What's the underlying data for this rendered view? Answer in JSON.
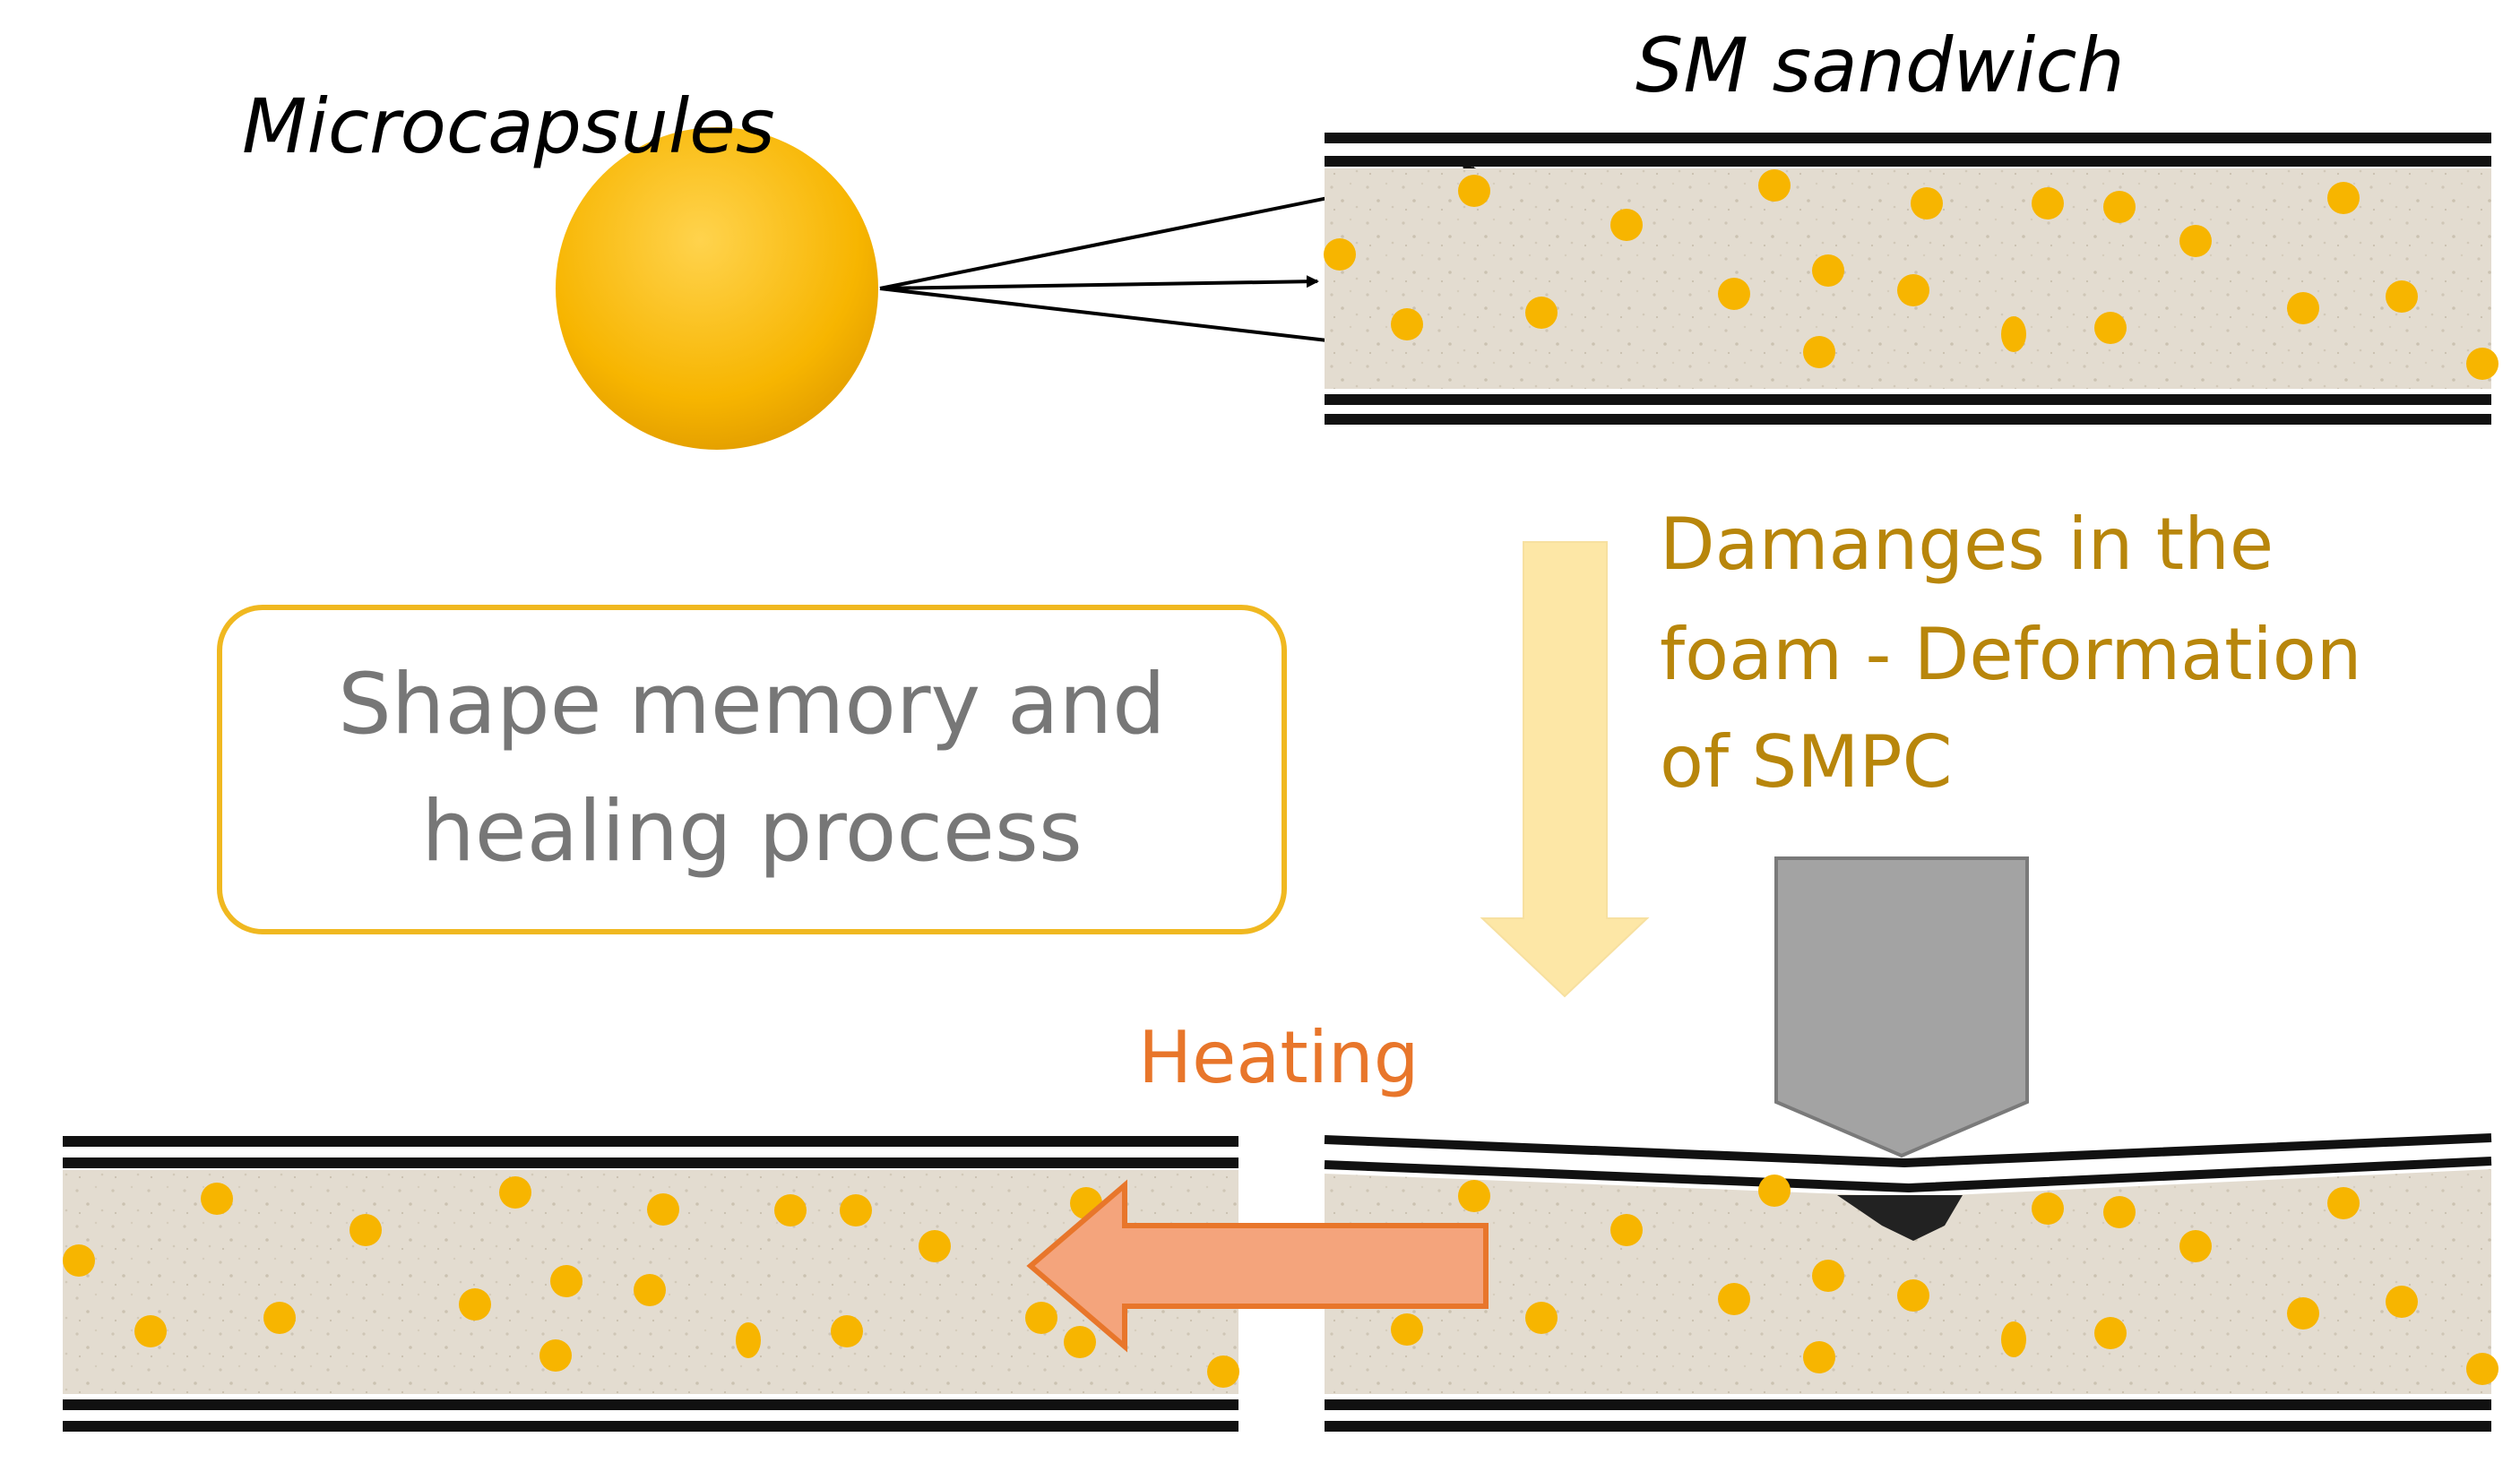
{
  "labels": {
    "microcapsules": "Microcapsules",
    "sm_sandwich": "SM sandwich",
    "damage_lines": [
      "Damanges in the",
      "foam - Deformation",
      "of SMPC"
    ],
    "process_lines": [
      "Shape memory and",
      "healing process"
    ],
    "heating": "Heating"
  },
  "colors": {
    "capsule": "#f7b500",
    "capsule_light": "#ffd34d",
    "foam": "#e3dcd0",
    "skin": "#111111",
    "damage_text": "#b8860b",
    "process_text": "#777777",
    "process_border": "#f0b820",
    "heating_text": "#e8762b",
    "heating_arrow": "#f4a47c",
    "heating_arrow_stroke": "#e8762b",
    "down_arrow": "#fde7a6",
    "indenter": "#a3a3a3",
    "indenter_stroke": "#7a7a7a"
  },
  "icons": {
    "capsule": "sphere",
    "indenter": "pentagon-indenter",
    "heating_arrow": "left-block-arrow",
    "damage_arrow": "down-block-arrow"
  }
}
